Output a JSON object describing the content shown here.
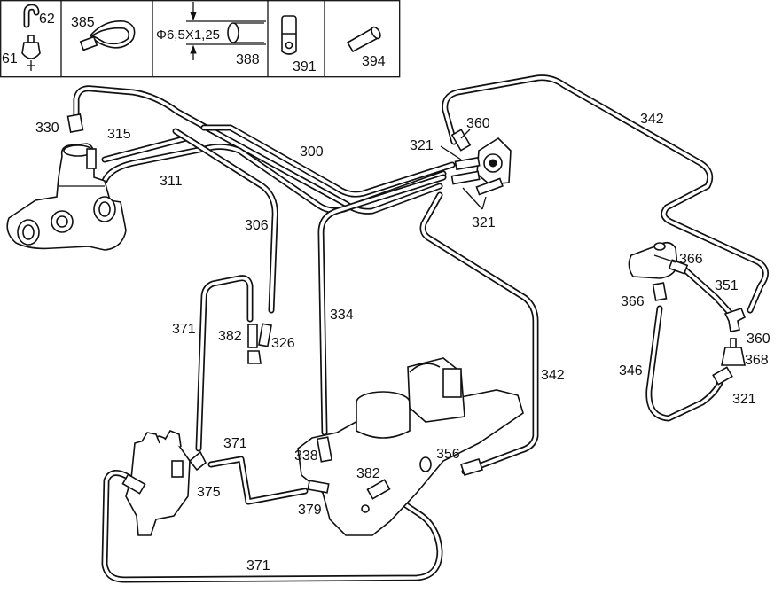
{
  "legend": {
    "items": [
      {
        "label": "62"
      },
      {
        "label": "61"
      },
      {
        "label": "385"
      },
      {
        "label": "388",
        "dimension": "Φ6,5X1,25"
      },
      {
        "label": "391"
      },
      {
        "label": "394"
      }
    ]
  },
  "callouts": {
    "c330": "330",
    "c315": "315",
    "c311": "311",
    "c300": "300",
    "c306": "306",
    "c321a": "321",
    "c360a": "360",
    "c342a": "342",
    "c321b": "321",
    "c366a": "366",
    "c366b": "366",
    "c351": "351",
    "c360b": "360",
    "c368": "368",
    "c346": "346",
    "c321c": "321",
    "c334": "334",
    "c342b": "342",
    "c371a": "371",
    "c382a": "382",
    "c326": "326",
    "c371b": "371",
    "c375": "375",
    "c338": "338",
    "c382b": "382",
    "c356": "356",
    "c379": "379",
    "c371c": "371"
  }
}
